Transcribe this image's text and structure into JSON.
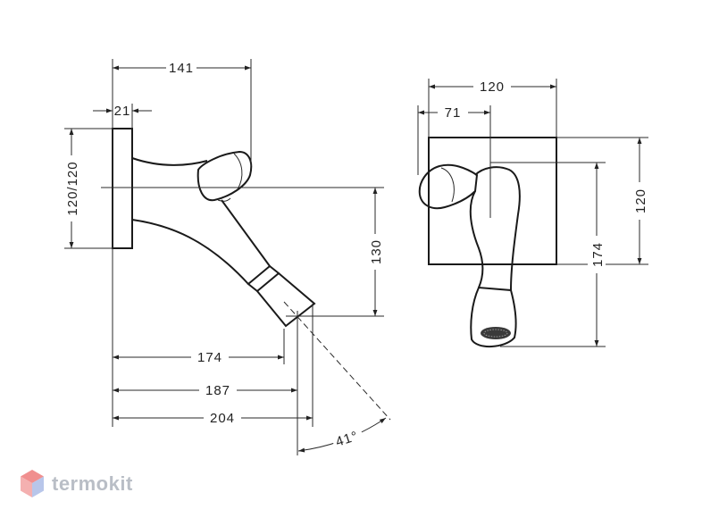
{
  "watermark": {
    "text": "termokit"
  },
  "side_view": {
    "dim_top_width": "141",
    "dim_plate_thickness": "21",
    "dim_plate_height": "120/120",
    "dim_drop": "130",
    "dim_reach_1": "174",
    "dim_reach_2": "187",
    "dim_reach_3": "204",
    "dim_angle": "41°"
  },
  "front_view": {
    "dim_plate_width": "120",
    "dim_offset": "71",
    "dim_plate_height": "120",
    "dim_total_height": "174"
  }
}
